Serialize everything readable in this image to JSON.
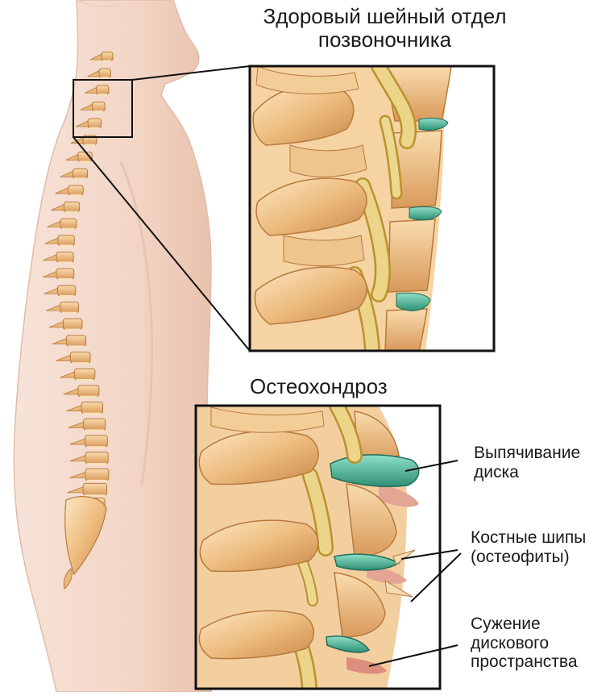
{
  "healthy_title_line1": "Здоровый шейный отдел",
  "healthy_title_line2": "позвоночника",
  "osteo_title": "Остеохондроз",
  "labels": [
    {
      "line1": "Выпячивание",
      "line2": "диска"
    },
    {
      "line1": "Костные шипы",
      "line2": "(остеофиты)"
    },
    {
      "line1": "Сужение",
      "line2": "дискового",
      "line3": "пространства"
    }
  ],
  "colors": {
    "skin": "#f3d9cb",
    "skin_shadow": "#e6bda8",
    "bone": "#e9b77a",
    "bone_light": "#f6d7a4",
    "bone_dark": "#c98a4a",
    "nerve": "#e4cc7c",
    "disc": "#4fb89b",
    "inflamed": "#d98a7a",
    "frame": "#111111"
  }
}
